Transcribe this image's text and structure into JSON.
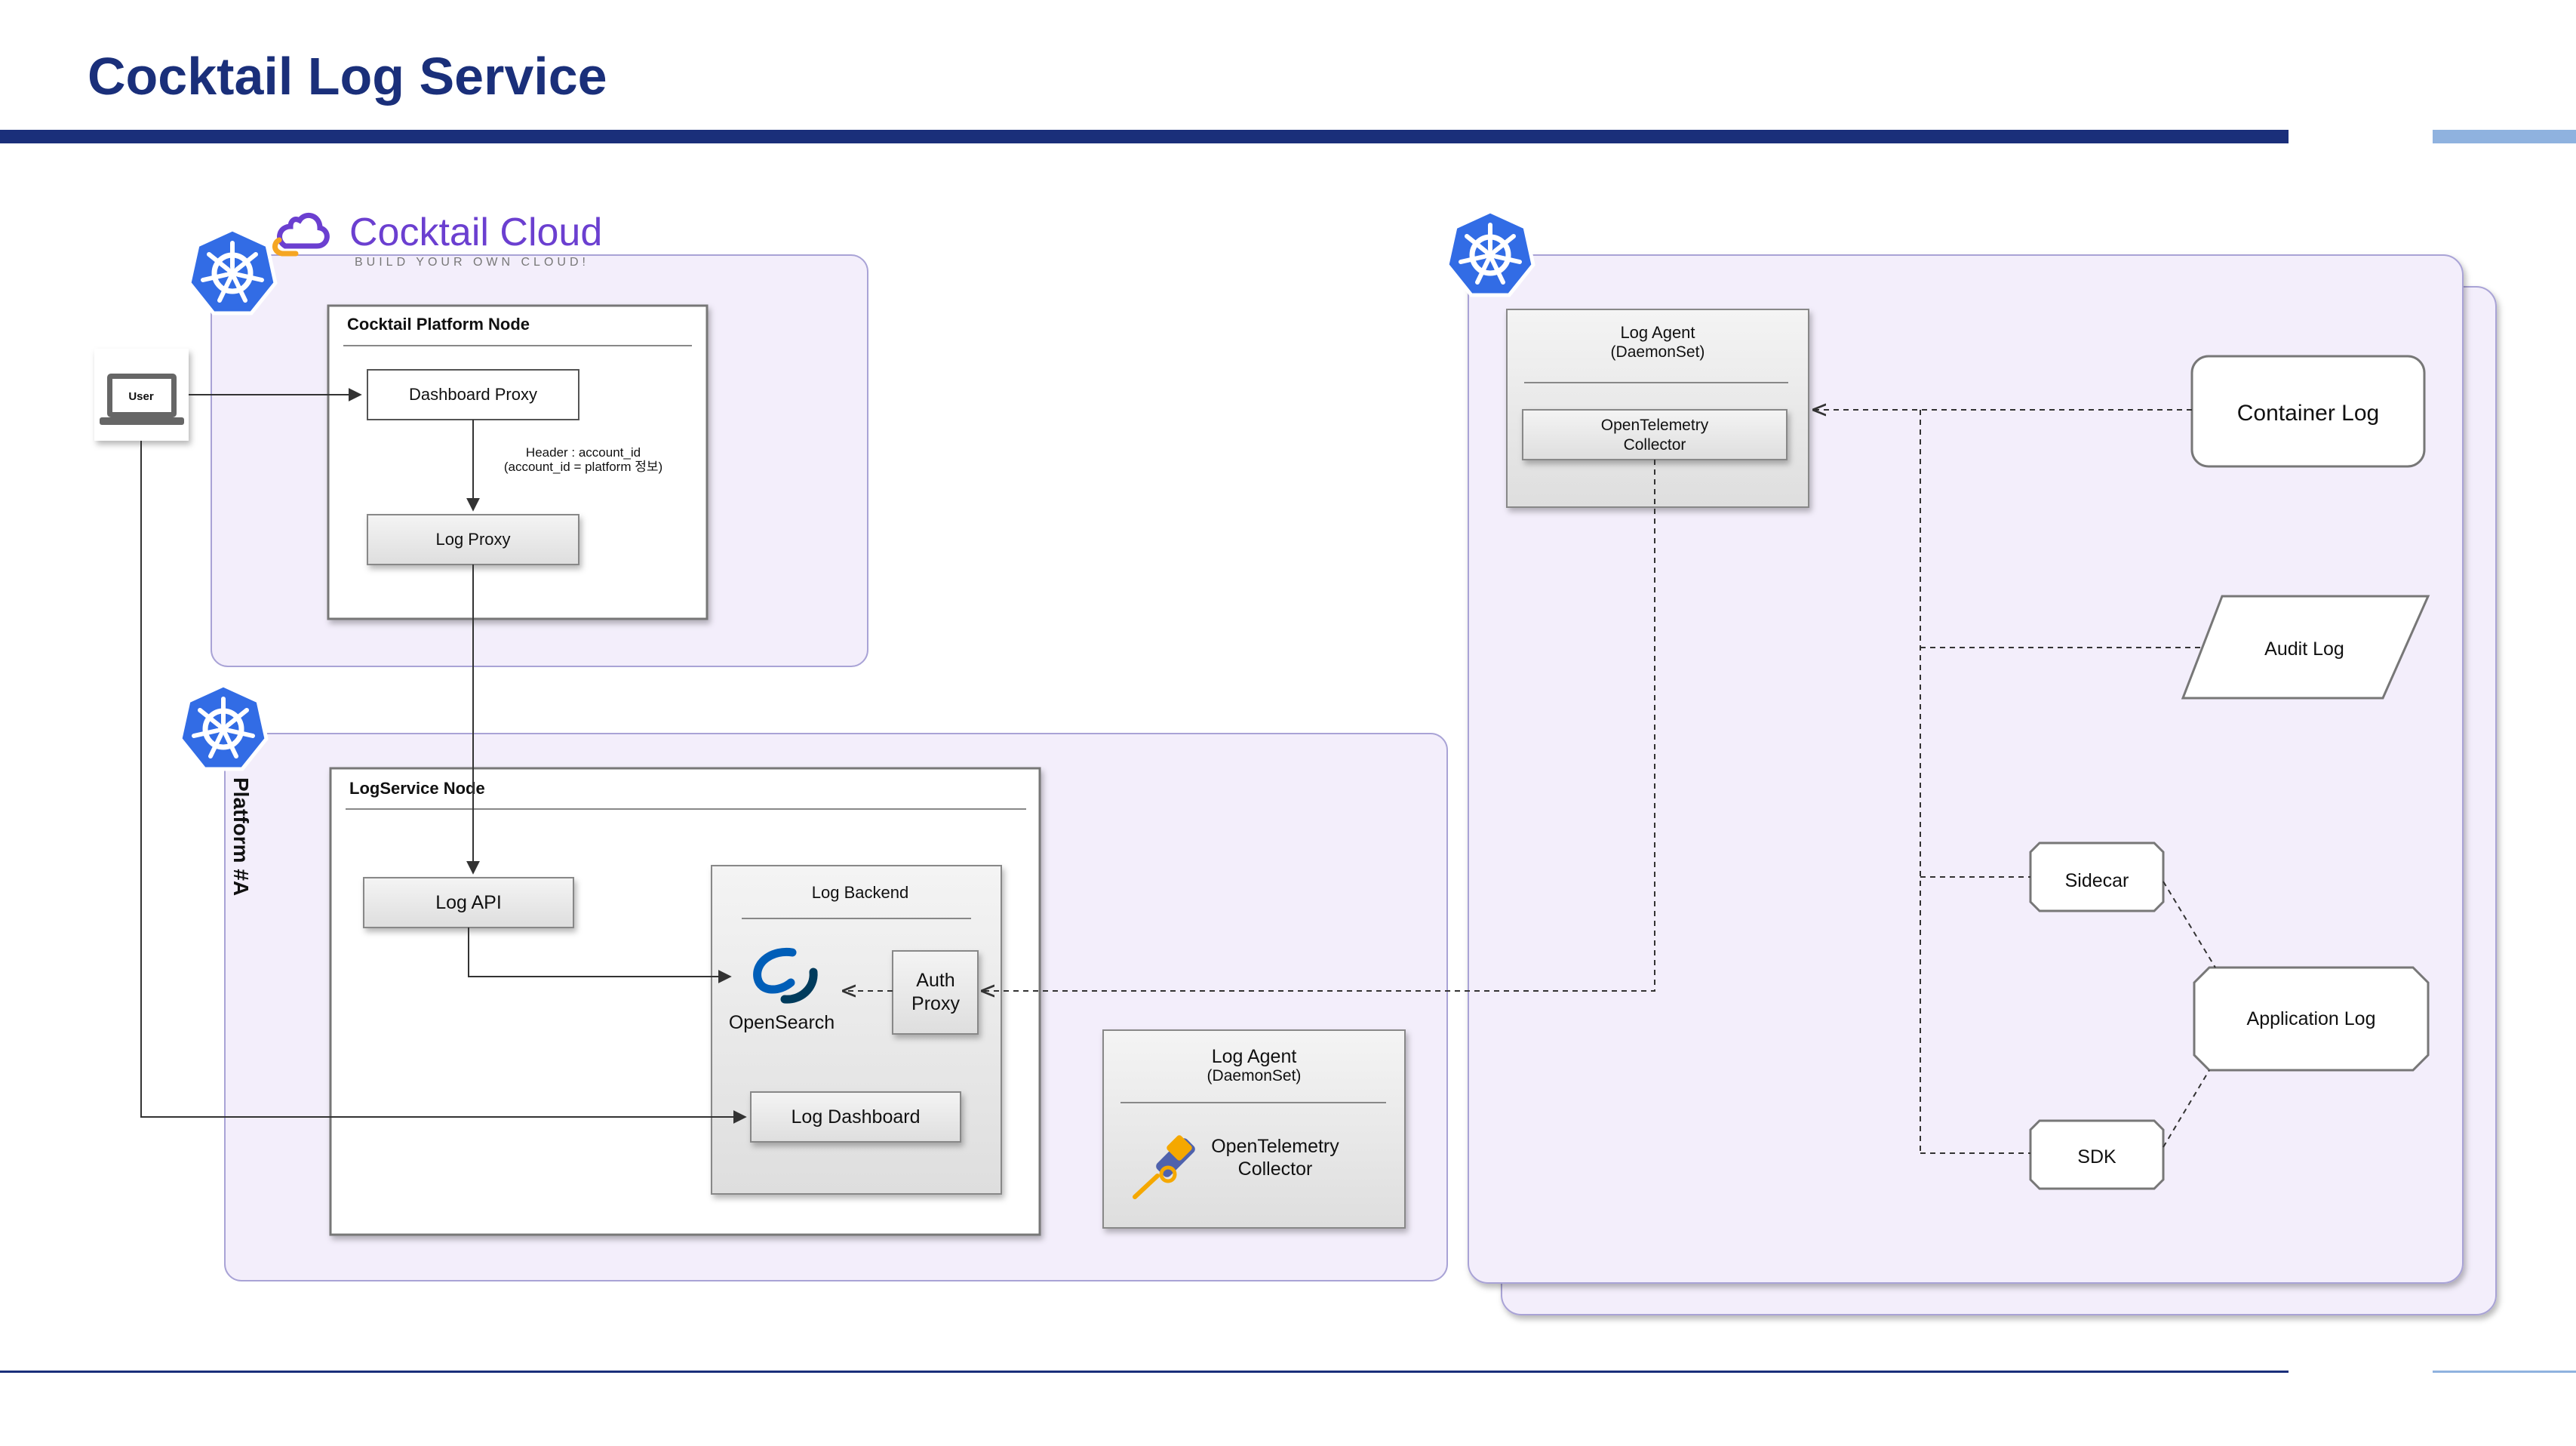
{
  "page": {
    "title": "Cocktail Log Service"
  },
  "brand": {
    "name": "Cocktail Cloud",
    "tagline": "BUILD YOUR OWN CLOUD!"
  },
  "colors": {
    "title": "#1a2f7a",
    "rule": "#1a2f7a",
    "rule_accent": "#8fb2df",
    "cluster_fill": "#f3eefb",
    "cluster_stroke": "#a9a3d6",
    "k8s_blue": "#326ce5",
    "brand_purple": "#6b3fd0",
    "brand_orange": "#f5a623"
  },
  "icons": [
    "kubernetes-icon",
    "laptop-icon",
    "opensearch-icon",
    "opentelemetry-icon",
    "cocktail-cloud-logo"
  ],
  "user": {
    "label": "User"
  },
  "platform_node": {
    "title": "Cocktail Platform Node",
    "dashboard_proxy": "Dashboard Proxy",
    "log_proxy": "Log Proxy",
    "header_note_1": "Header : account_id",
    "header_note_2": "(account_id = platform 정보)"
  },
  "platform_a": {
    "label": "Platform #A",
    "logservice_node": "LogService Node",
    "log_api": "Log API",
    "log_backend": "Log Backend",
    "opensearch": "OpenSearch",
    "auth_proxy_1": "Auth",
    "auth_proxy_2": "Proxy",
    "log_dashboard": "Log Dashboard",
    "agent_title": "Log Agent",
    "agent_sub": "(DaemonSet)",
    "otel_1": "OpenTelemetry",
    "otel_2": "Collector"
  },
  "right_cluster": {
    "agent_title": "Log Agent",
    "agent_sub": "(DaemonSet)",
    "otel_1": "OpenTelemetry",
    "otel_2": "Collector",
    "container_log": "Container Log",
    "audit_log": "Audit Log",
    "sidecar": "Sidecar",
    "sdk": "SDK",
    "application_log": "Application Log"
  }
}
